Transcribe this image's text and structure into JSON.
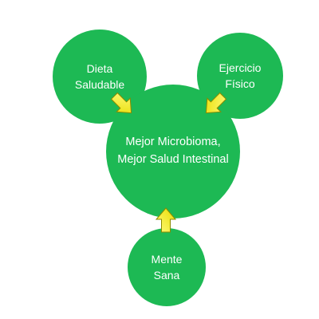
{
  "colors": {
    "circle_fill": "#1db954",
    "circle_text": "#ffffff",
    "arrow_fill": "#f7f01e",
    "arrow_stroke": "#8a8a00",
    "background": "#ffffff"
  },
  "nodes": {
    "diet": "Dieta\nSaludable",
    "exercise": "Ejercicio\nFísico",
    "center": "Mejor Microbioma,\nMejor Salud Intestinal",
    "mind": "Mente\nSana"
  },
  "arrows": [
    {
      "name": "arrow-diet-to-center",
      "direction": "down-right",
      "icon": "arrow-icon"
    },
    {
      "name": "arrow-exercise-to-center",
      "direction": "down-left",
      "icon": "arrow-icon"
    },
    {
      "name": "arrow-mind-to-center",
      "direction": "up",
      "icon": "arrow-icon"
    }
  ]
}
